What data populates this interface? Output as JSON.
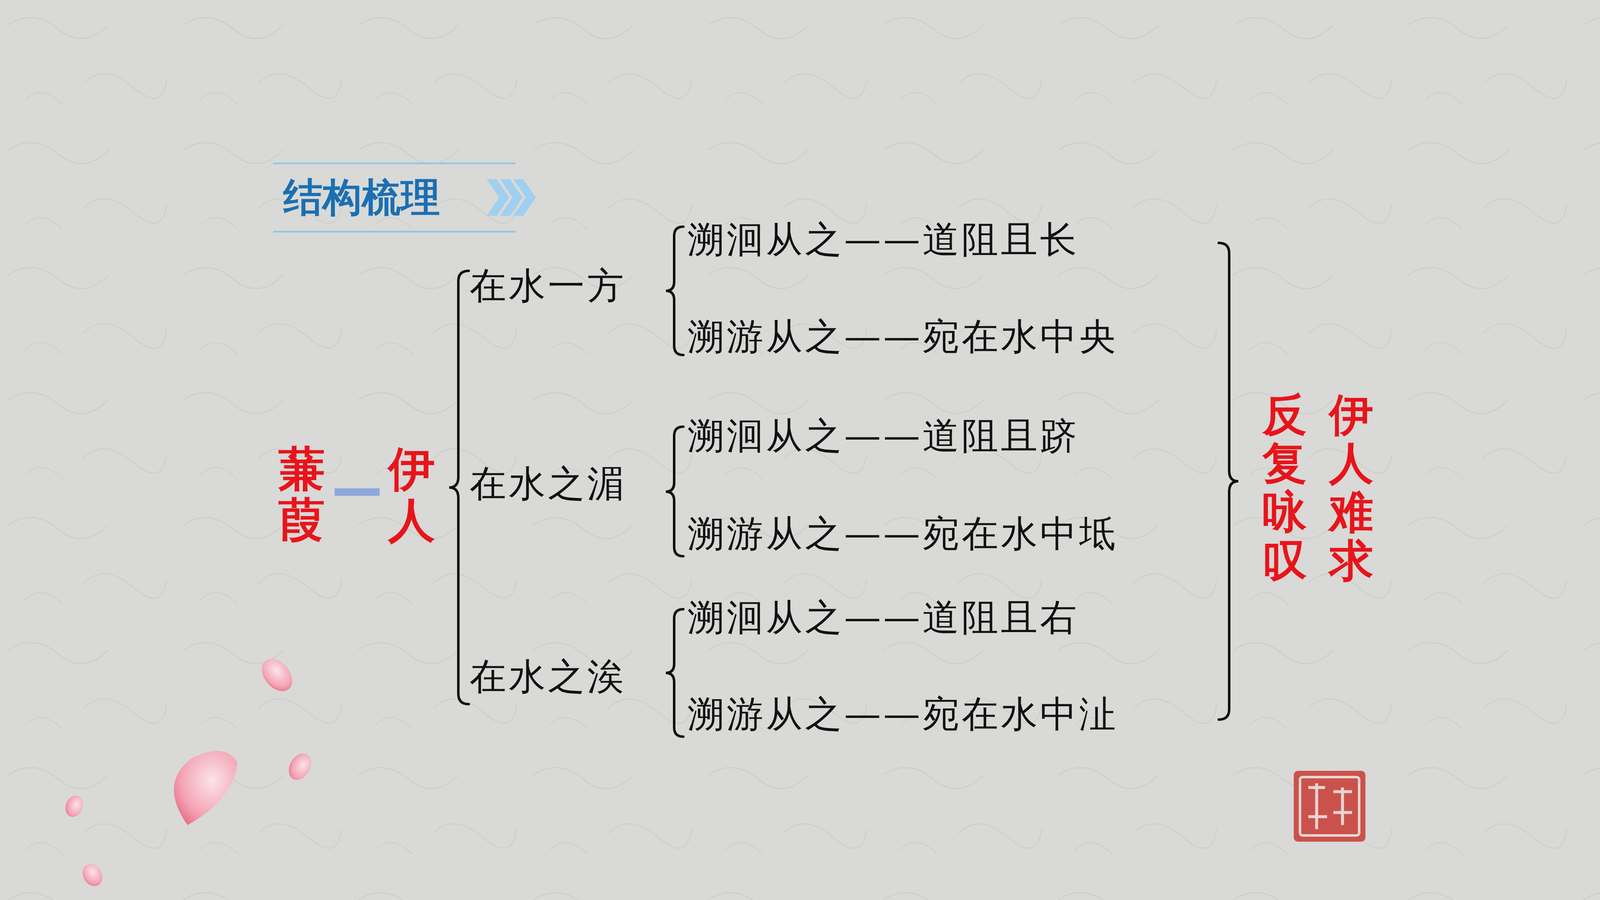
{
  "diagram": {
    "title": "结构梳理",
    "labels": [
      "蒹葭",
      "伊人",
      "在水一方",
      "溯洄从之——道阻且长",
      "溯游从之——宛在水中央",
      "在水之湄",
      "溯洄从之——道阻且跻",
      "溯游从之——宛在水中坻",
      "在水之涘",
      "溯洄从之——道阻且右",
      "溯游从之——宛在水中沚",
      "反复咏叹",
      "伊人难求"
    ]
  }
}
